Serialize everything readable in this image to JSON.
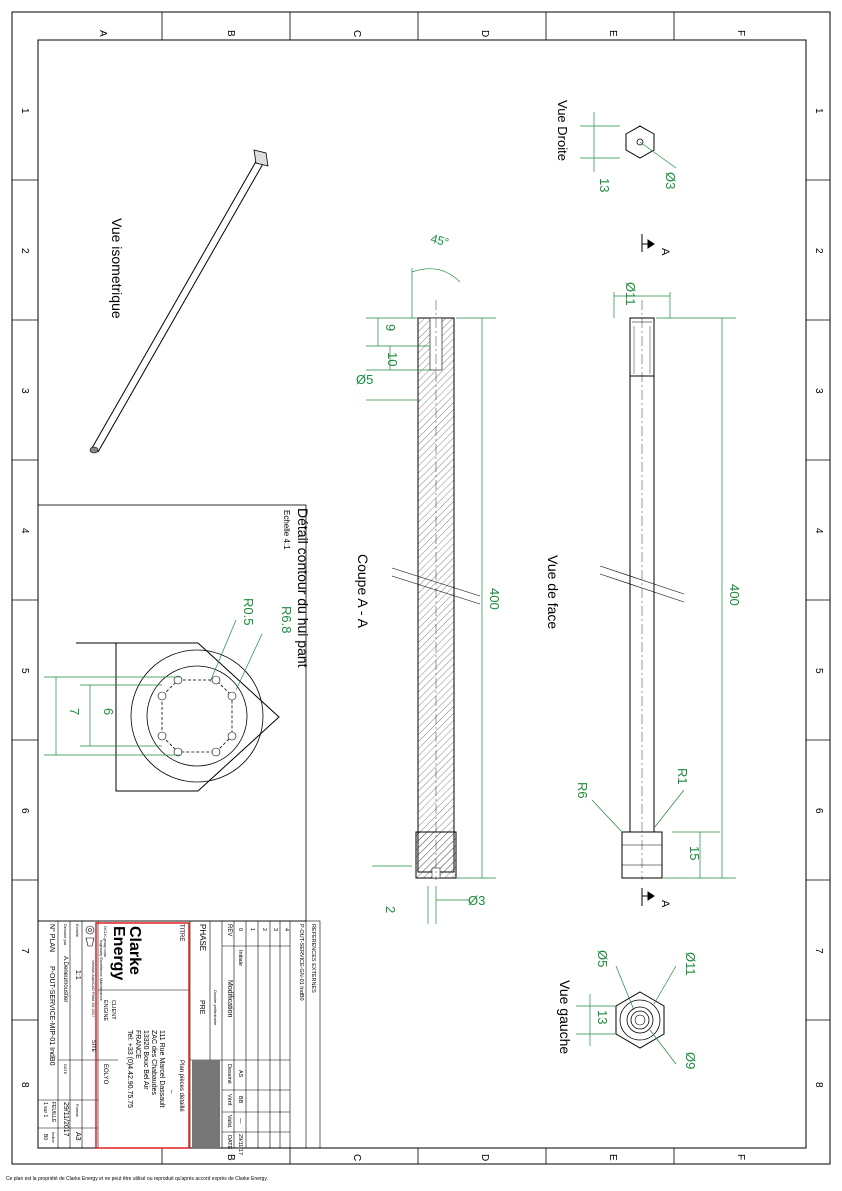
{
  "grid": {
    "columns": [
      "A",
      "B",
      "C",
      "D",
      "E",
      "F"
    ],
    "rows": [
      "1",
      "2",
      "3",
      "4",
      "5",
      "6",
      "7",
      "8"
    ]
  },
  "views": {
    "droite": {
      "title": "Vue Droite",
      "dims": [
        "13",
        "Ø3"
      ]
    },
    "face": {
      "title": "Vue de face",
      "dims": [
        "Ø11",
        "400",
        "R1",
        "R6",
        "15"
      ],
      "section_mark": "A"
    },
    "coupe": {
      "title": "Coupe A - A",
      "dims": [
        "45°",
        "9",
        "10",
        "Ø5",
        "400",
        "2",
        "Ø3"
      ]
    },
    "gauche": {
      "title": "Vue gauche",
      "dims": [
        "Ø5",
        "Ø11",
        "13",
        "Ø9"
      ]
    },
    "iso": {
      "title": "Vue isometrique"
    },
    "detail": {
      "title": "Détail contour du hui pant",
      "scale": "Echelle 4:1",
      "dims": [
        "R6.8",
        "R0.5",
        "6",
        "7"
      ]
    }
  },
  "title_block": {
    "refs_header": "REFERENCES EXTERNES",
    "refs_value": "P-OUT-SERVICE-GN-01 IndB0",
    "rev_header": "REV",
    "modif_header": "Modification",
    "rev_rows": [
      "0",
      "1",
      "2",
      "3",
      "4"
    ],
    "initiale": "Initiale",
    "rev0_values": [
      "AS",
      "BB",
      "—",
      "29/11/17"
    ],
    "sign_labels": [
      "Dessiné",
      "Vérif.",
      "Valid.",
      "DATE"
    ],
    "phase_header": "PHASE",
    "phase_value": "PRE",
    "phase_sub": "Dossier préliminaire",
    "titre_label": "TITRE",
    "titre_value": "Plan pièces détaillé",
    "titre_sub": "–",
    "company": [
      "Clarke",
      "Energy"
    ],
    "company_tag": "OCLK-group.com",
    "company_slogan": "Ingenuity Excellence Maintenance",
    "address": [
      "111 Rue Marcel Dassault",
      "ZAC des Chabaudes",
      "13320 Bouc Bel Air",
      "FRANCE",
      "Tel: +33 (0)4.42.90.75.75"
    ],
    "client_label": "CLIENT",
    "engine_label": "ENGINE",
    "site_label": "SITE",
    "site_value": "EOLYO",
    "version_note": "Version AutoCAD Plant 3D 2017",
    "echelle_label": "Echelle",
    "echelle_value": "1:1",
    "dessine_label": "Dessiné par",
    "dessine_value": "A.Deneumoustier",
    "date_label": "DATE",
    "date_value": "29/11/2017",
    "format_label": "Format",
    "format_value": "A3",
    "plan_label": "N° PLAN",
    "plan_value": "P-OUT-SERVICE-MIP-01 IndB0",
    "feuille_label": "FEUILLE",
    "feuille_value": "1 sur 1",
    "indice_label": "Indice",
    "indice_value": "B0"
  },
  "footer": "Ce plan est la propriété de Clarke Energy et ne peut être utilisé ou reproduit qu'après accord exprès de Clarke Energy.",
  "colors": {
    "dim": "#1a8c3c",
    "frame": "#000000",
    "highlight": "#e02020"
  }
}
